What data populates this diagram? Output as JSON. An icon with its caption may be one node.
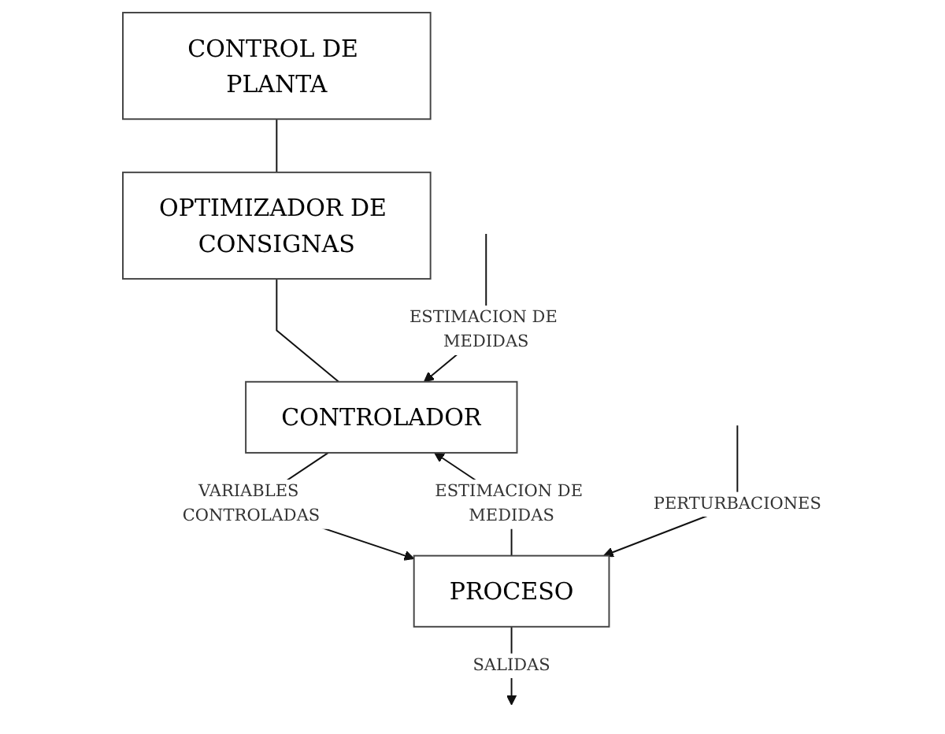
{
  "diagram": {
    "nodes": [
      {
        "text": [
          "CONTROL DE PLANTA"
        ]
      },
      {
        "text": [
          "OPTIMIZADOR DE CONSIGNAS"
        ]
      },
      {
        "text": [
          "CONTROLADOR"
        ]
      },
      {
        "text": [
          "PROCESO"
        ]
      }
    ],
    "edges": [
      {
        "from": 0,
        "to": 1,
        "arrow": "none"
      },
      {
        "from": 1,
        "to": 2,
        "arrow": "none"
      },
      {
        "from": 2,
        "to": 3,
        "arrow": "to",
        "label": "VARIABLES CONTROLADAS"
      },
      {
        "from": null,
        "to": 3,
        "arrow": "to",
        "label": "PERTURBACIONES"
      },
      {
        "from": null,
        "to": 2,
        "arrow": "to",
        "label": "ESTIMACION DE MEDIDAS"
      },
      {
        "from": 3,
        "to": null,
        "arrow": "to",
        "label": "SALIDAS"
      },
      {
        "from": 3,
        "to": 2,
        "arrow": "to",
        "label": "ESTIMACION DE MEDIDAS"
      }
    ]
  }
}
